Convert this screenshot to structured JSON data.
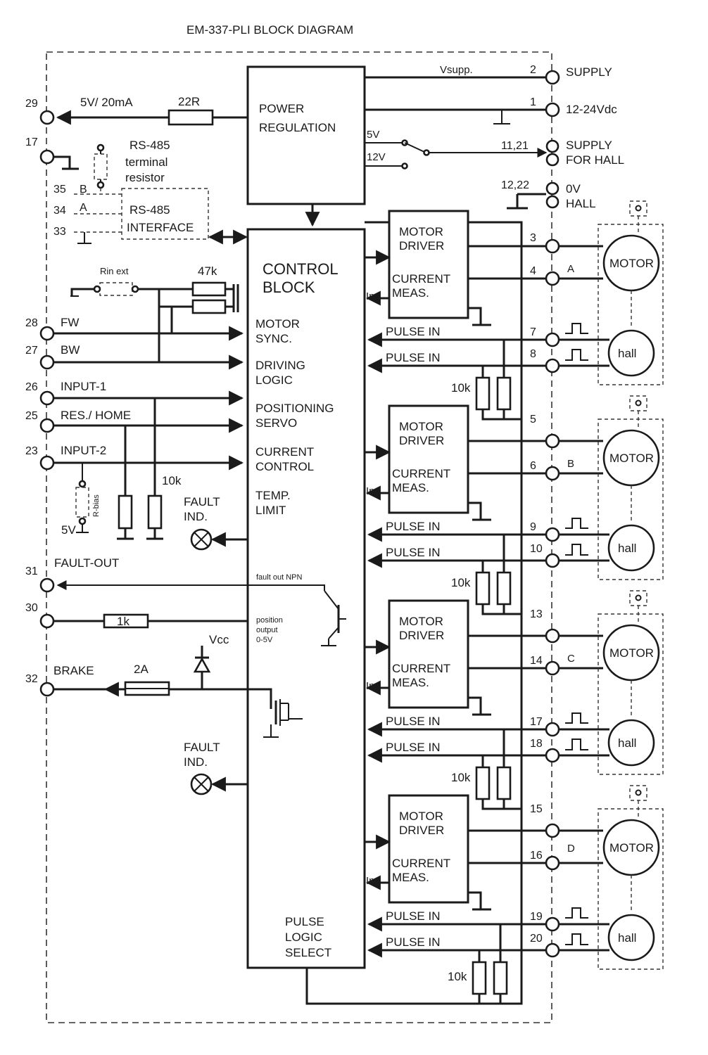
{
  "title": "EM-337-PLI  BLOCK DIAGRAM",
  "blocks": {
    "power": [
      "POWER",
      "REGULATION"
    ],
    "control": [
      "CONTROL",
      "BLOCK"
    ],
    "functions": [
      [
        "MOTOR",
        "SYNC."
      ],
      [
        "DRIVING",
        "LOGIC"
      ],
      [
        "POSITIONING",
        "SERVO"
      ],
      [
        "CURRENT",
        "CONTROL"
      ],
      [
        "TEMP.",
        "LIMIT"
      ]
    ],
    "fault_out_npn": "fault out NPN",
    "position_output": [
      "position",
      "output",
      "0-5V"
    ],
    "pulse_logic": [
      "PULSE",
      "LOGIC",
      "SELECT"
    ]
  },
  "motor_driver": {
    "title": [
      "MOTOR",
      "DRIVER"
    ],
    "meas": [
      "CURRENT",
      "MEAS."
    ],
    "im": "Im",
    "pulse_in": "PULSE IN",
    "pullup": "10k",
    "motor": "MOTOR",
    "hall": "hall"
  },
  "channels": [
    {
      "letter": "A",
      "pins": [
        "3",
        "4"
      ],
      "hall_pins": [
        "7",
        "8"
      ]
    },
    {
      "letter": "B",
      "pins": [
        "5",
        "6"
      ],
      "hall_pins": [
        "9",
        "10"
      ]
    },
    {
      "letter": "C",
      "pins": [
        "13",
        "14"
      ],
      "hall_pins": [
        "17",
        "18"
      ]
    },
    {
      "letter": "D",
      "pins": [
        "15",
        "16"
      ],
      "hall_pins": [
        "19",
        "20"
      ]
    }
  ],
  "right_pins": {
    "supply": {
      "pin": "2",
      "net": "Vsupp.",
      "label": "SUPPLY"
    },
    "supply_v": {
      "pin": "1",
      "label": "12-24Vdc"
    },
    "hall_supply": {
      "pin": "11,21",
      "label": [
        "SUPPLY",
        "FOR HALL"
      ],
      "opt5": "5V",
      "opt12": "12V"
    },
    "hall_gnd": {
      "pin": "12,22",
      "label": [
        "0V",
        "HALL"
      ]
    }
  },
  "left_pins": [
    {
      "pin": "29",
      "label": "5V/ 20mA"
    },
    {
      "pin": "17",
      "label": ""
    },
    {
      "pin": "35",
      "label": "B"
    },
    {
      "pin": "34",
      "label": "A"
    },
    {
      "pin": "33",
      "label": ""
    },
    {
      "pin": "28",
      "label": "FW"
    },
    {
      "pin": "27",
      "label": "BW"
    },
    {
      "pin": "26",
      "label": "INPUT-1"
    },
    {
      "pin": "25",
      "label": "RES./ HOME"
    },
    {
      "pin": "23",
      "label": "INPUT-2"
    },
    {
      "pin": "31",
      "label": "FAULT-OUT"
    },
    {
      "pin": "30",
      "label": ""
    },
    {
      "pin": "32",
      "label": "BRAKE"
    }
  ],
  "components": {
    "r22": "22R",
    "rs485_term": [
      "RS-485",
      "terminal",
      "resistor"
    ],
    "rs485_if": [
      "RS-485",
      "INTERFACE"
    ],
    "rin_ext": "Rin ext",
    "r47k": "47k",
    "r10k": "10k",
    "rbias": "R-bias",
    "v5": "5V",
    "fault_ind": [
      "FAULT",
      "IND."
    ],
    "r1k": "1k",
    "vcc": "Vcc",
    "fuse": "2A"
  }
}
